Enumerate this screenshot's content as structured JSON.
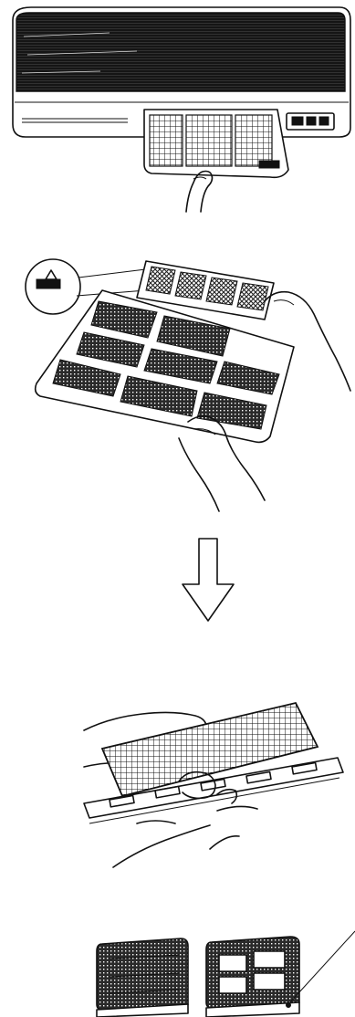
{
  "figure": {
    "panels": [
      {
        "id": "step-1",
        "depicts": "air-conditioner-unit-filter-pull"
      },
      {
        "id": "step-2",
        "depicts": "filter-panel-removal-with-detail-callout"
      },
      {
        "id": "step-3",
        "depicts": "down-arrow"
      },
      {
        "id": "step-4",
        "depicts": "separate-mesh-filter-from-frame"
      },
      {
        "id": "step-5",
        "depicts": "two-filter-cartridges"
      }
    ]
  },
  "colors": {
    "ink": "#111111",
    "paper": "#ffffff",
    "grille": "#1a1a1a"
  }
}
